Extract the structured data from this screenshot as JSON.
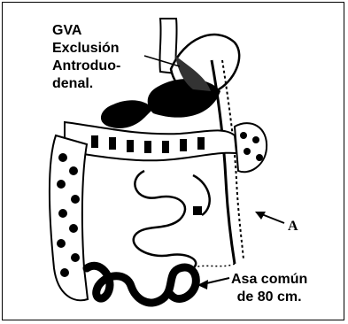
{
  "labels": {
    "procedure": [
      "GVA",
      "Exclusión",
      "Antroduo-",
      "denal."
    ],
    "marker": "A",
    "common_loop": [
      "Asa común",
      "de 80 cm."
    ]
  }
}
